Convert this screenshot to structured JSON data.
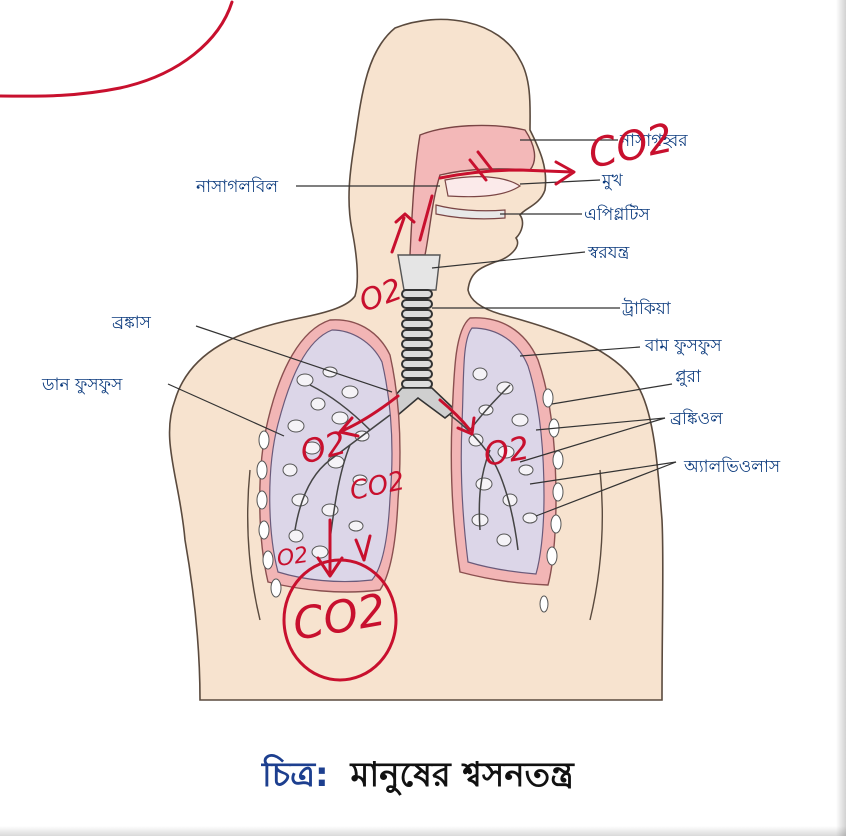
{
  "caption": {
    "prefix": "চিত্র:",
    "title": "মানুষের শ্বসনতন্ত্র"
  },
  "labels": {
    "nasal_cavity": "নাসাগহ্বর",
    "mouth": "মুখ",
    "epiglottis": "এপিগ্লটিস",
    "larynx": "স্বরযন্ত্র",
    "trachea": "ট্রাকিয়া",
    "left_lung": "বাম ফুসফুস",
    "pleura": "প্লুরা",
    "bronchiole": "ব্রঙ্কিওল",
    "alveolus": "অ্যালভিওলাস",
    "nasopharynx": "নাসাগলবিল",
    "bronchus": "ব্রঙ্কাস",
    "right_lung": "ডান ফুসফুস"
  },
  "annotations": {
    "co2_top": "CO2",
    "o2_neck": "O2",
    "o2_right_lung": "O2",
    "o2_left_lung": "O2",
    "co2_mid": "CO2",
    "o2_low": "O2",
    "co2_circled": "CO2"
  },
  "colors": {
    "skin": "#f7e3cf",
    "skin_outline": "#5a4a3e",
    "airway": "#f3b8b8",
    "lung": "#dcd6e8",
    "pleura": "#f2b5b5",
    "label": "#0b3a7d",
    "ink": "#c8102e"
  }
}
